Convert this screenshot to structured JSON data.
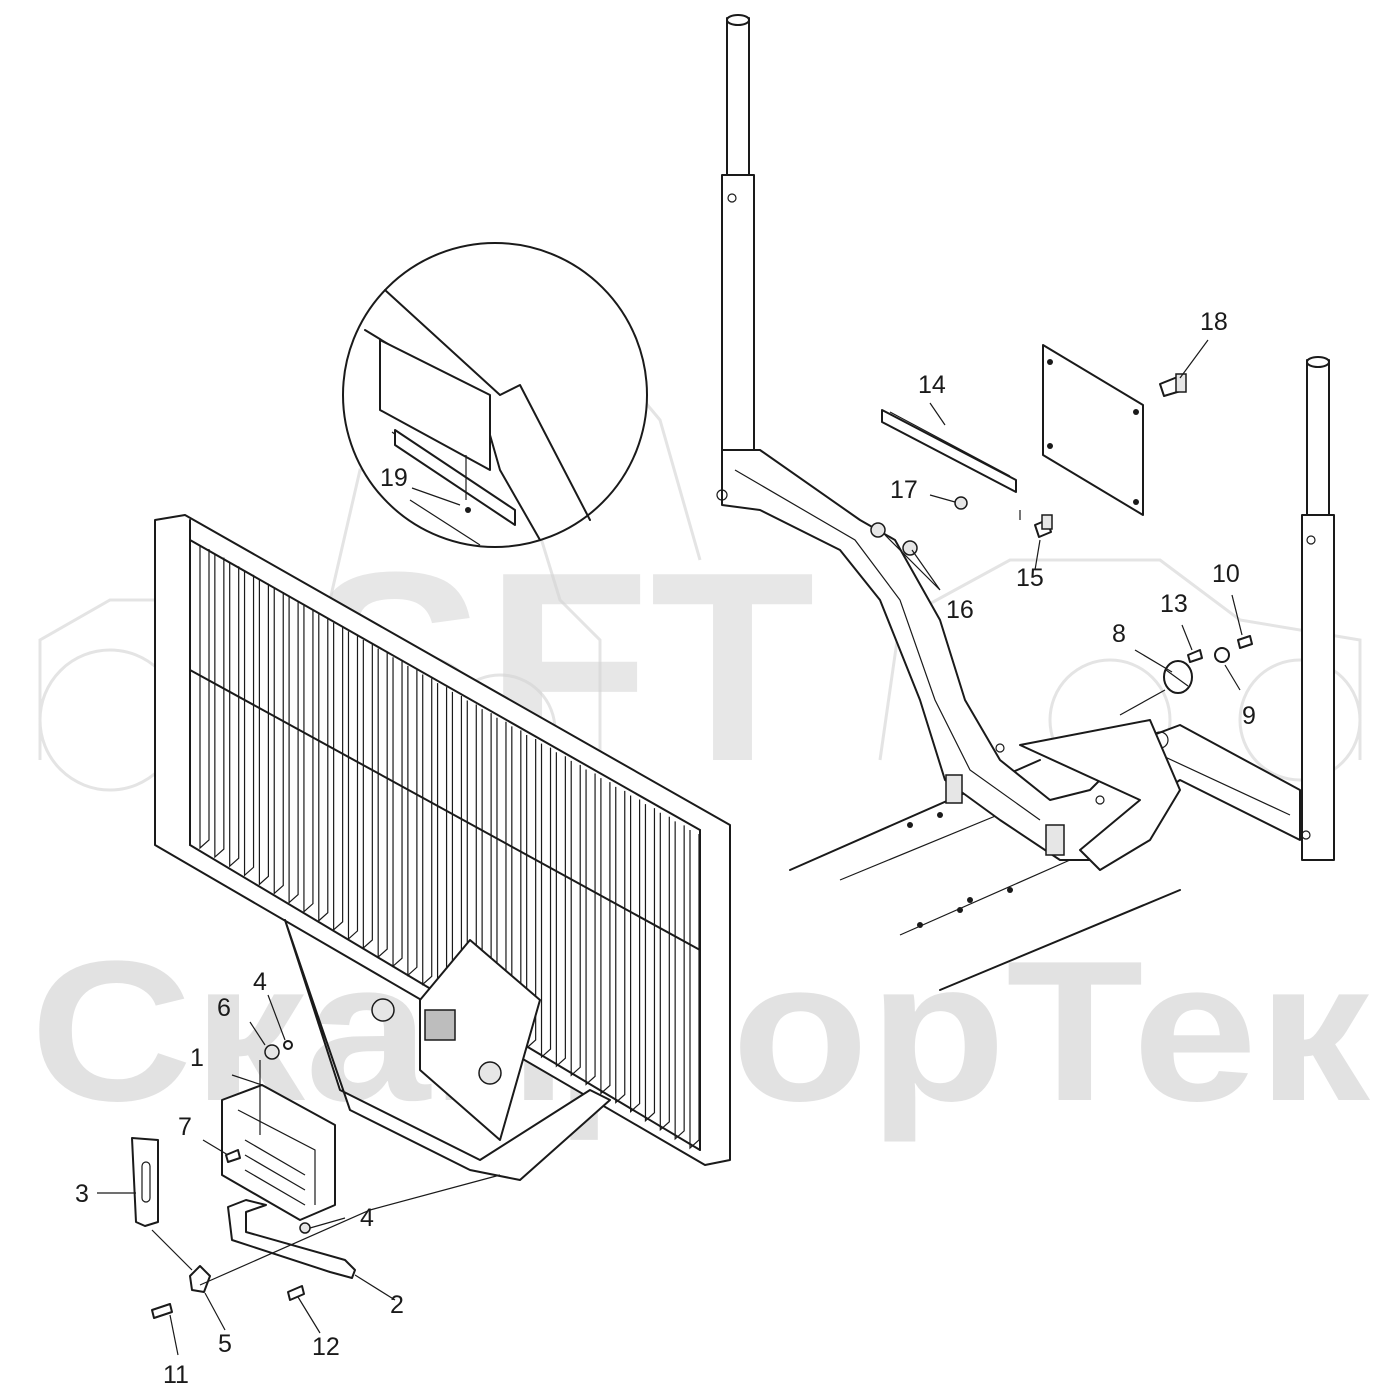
{
  "watermark": {
    "logo": "SFT",
    "brand": "СкайДорТек"
  },
  "callouts": {
    "n1": "1",
    "n2": "2",
    "n3": "3",
    "n4a": "4",
    "n4b": "4",
    "n5": "5",
    "n6": "6",
    "n7": "7",
    "n8": "8",
    "n9": "9",
    "n10": "10",
    "n11": "11",
    "n12": "12",
    "n13": "13",
    "n14": "14",
    "n15": "15",
    "n16": "16",
    "n17": "17",
    "n18": "18",
    "n19": "19"
  }
}
